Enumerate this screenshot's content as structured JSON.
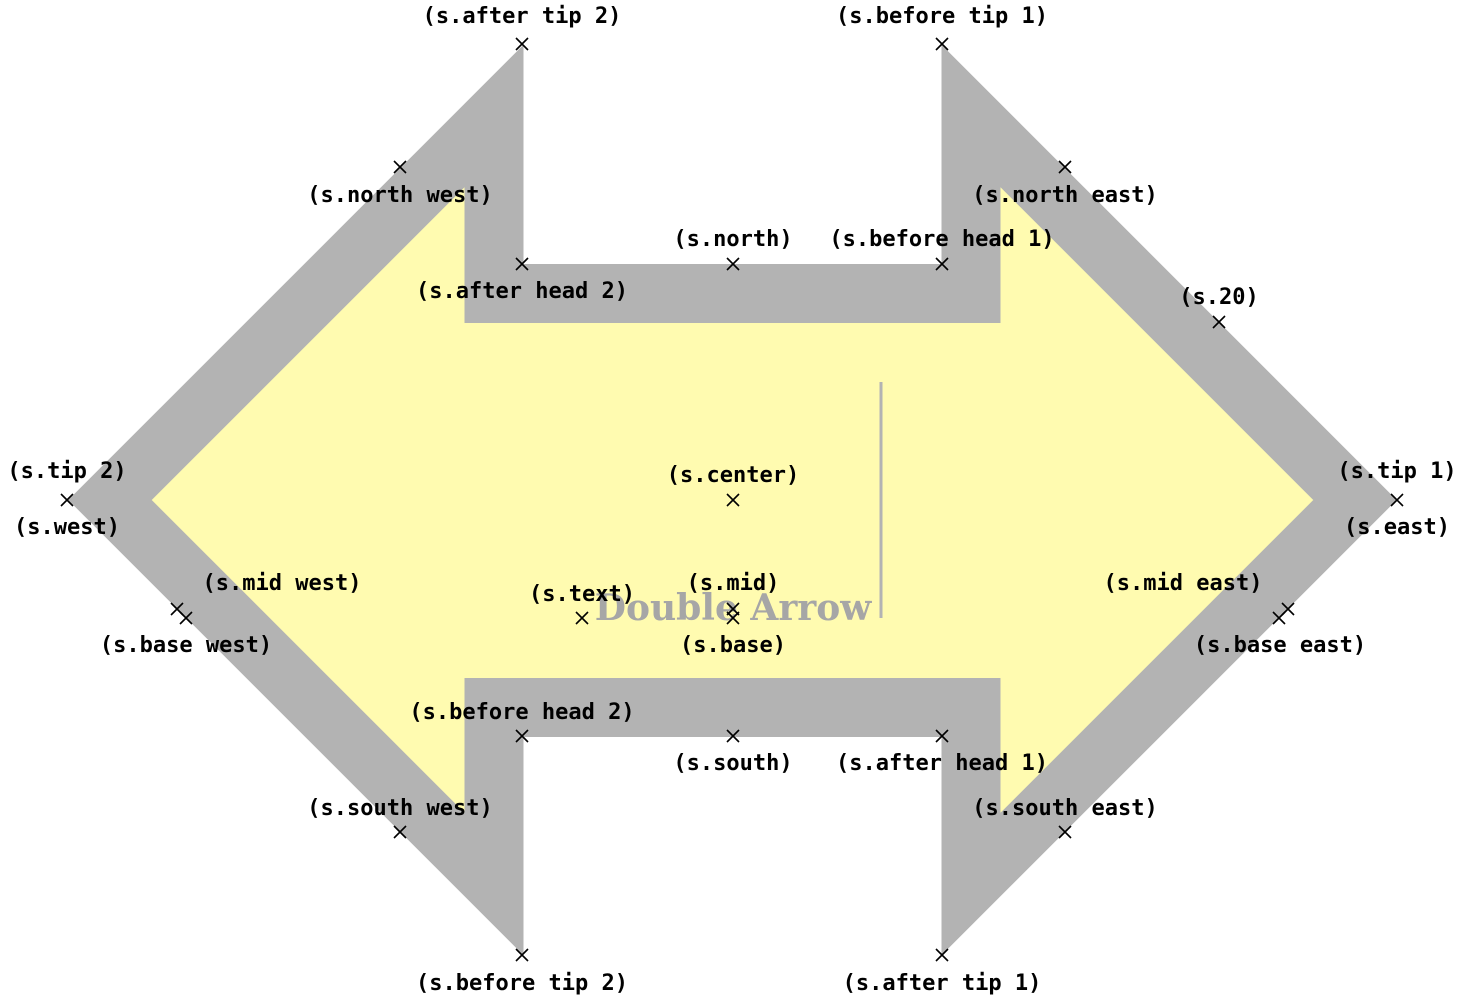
{
  "colors": {
    "fill": "#fffbb0",
    "border": "#b3b3b3",
    "node_text": "#a6a6a6",
    "marker": "#000000",
    "background": "#ffffff"
  },
  "node": {
    "text": "Double Arrow"
  },
  "anchors": [
    {
      "id": "after-tip-2",
      "label": "(s.after tip 2)"
    },
    {
      "id": "before-tip-1",
      "label": "(s.before tip 1)"
    },
    {
      "id": "north-west",
      "label": "(s.north west)"
    },
    {
      "id": "north-east",
      "label": "(s.north east)"
    },
    {
      "id": "north",
      "label": "(s.north)"
    },
    {
      "id": "before-head-1",
      "label": "(s.before head 1)"
    },
    {
      "id": "after-head-2",
      "label": "(s.after head 2)"
    },
    {
      "id": "angle-20",
      "label": "(s.20)"
    },
    {
      "id": "tip-2",
      "label": "(s.tip 2)"
    },
    {
      "id": "west",
      "label": "(s.west)"
    },
    {
      "id": "center",
      "label": "(s.center)"
    },
    {
      "id": "tip-1",
      "label": "(s.tip 1)"
    },
    {
      "id": "east",
      "label": "(s.east)"
    },
    {
      "id": "mid-west",
      "label": "(s.mid west)"
    },
    {
      "id": "text",
      "label": "(s.text)"
    },
    {
      "id": "mid",
      "label": "(s.mid)"
    },
    {
      "id": "mid-east",
      "label": "(s.mid east)"
    },
    {
      "id": "base-west",
      "label": "(s.base west)"
    },
    {
      "id": "base",
      "label": "(s.base)"
    },
    {
      "id": "base-east",
      "label": "(s.base east)"
    },
    {
      "id": "before-head-2",
      "label": "(s.before head 2)"
    },
    {
      "id": "south",
      "label": "(s.south)"
    },
    {
      "id": "after-head-1",
      "label": "(s.after head 1)"
    },
    {
      "id": "south-west",
      "label": "(s.south west)"
    },
    {
      "id": "south-east",
      "label": "(s.south east)"
    },
    {
      "id": "before-tip-2",
      "label": "(s.before tip 2)"
    },
    {
      "id": "after-tip-1",
      "label": "(s.after tip 1)"
    }
  ]
}
